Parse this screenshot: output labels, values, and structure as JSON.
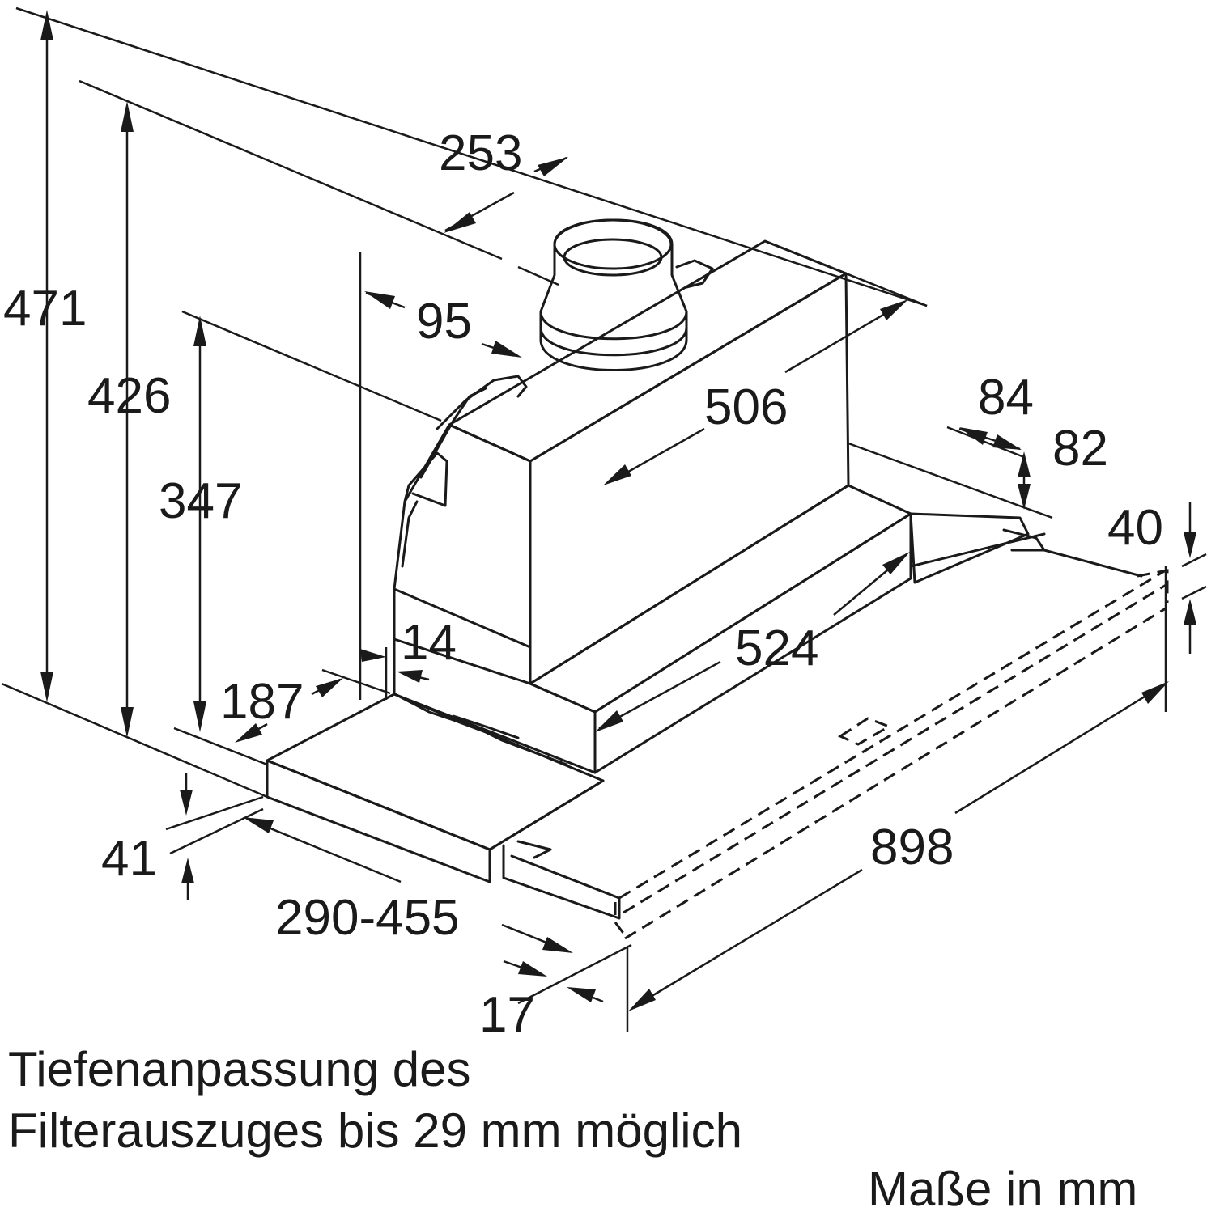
{
  "dimensions": {
    "d471": "471",
    "d426": "426",
    "d347": "347",
    "d253": "253",
    "d95": "95",
    "d506": "506",
    "d84": "84",
    "d82": "82",
    "d40": "40",
    "d14": "14",
    "d187": "187",
    "d524": "524",
    "d41": "41",
    "d290_455": "290-455",
    "d898": "898",
    "d17": "17"
  },
  "notes": {
    "line1": "Tiefenanpassung des",
    "line2": "Filterauszuges bis 29 mm möglich",
    "units": "Maße in mm"
  }
}
